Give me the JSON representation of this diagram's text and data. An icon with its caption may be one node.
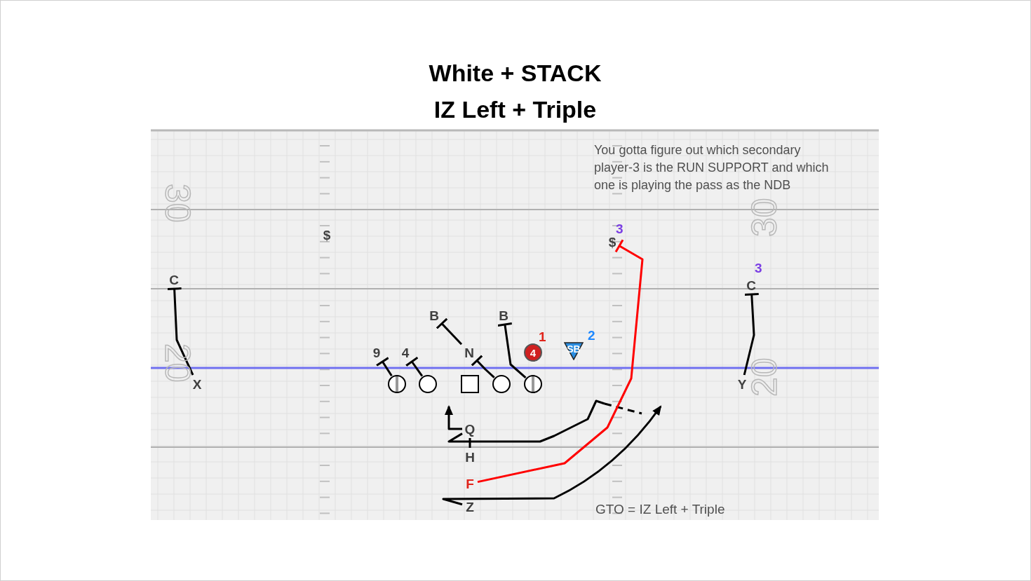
{
  "diagram": {
    "title": "White + STACK IZ Left + Triple",
    "nodes": [
      {
        "text": [
          "$"
        ]
      },
      {
        "text": [
          "$"
        ],
        "beside": [
          "3"
        ]
      },
      {
        "text": [
          "C"
        ]
      },
      {
        "text": [
          "C"
        ],
        "beside": [
          "3"
        ]
      },
      {
        "text": [
          "X"
        ]
      },
      {
        "text": [
          "Y"
        ]
      },
      {
        "text": [
          "B"
        ]
      },
      {
        "text": [
          "B"
        ]
      },
      {
        "text": [
          "9"
        ]
      },
      {
        "text": [
          "4"
        ]
      },
      {
        "text": [
          "N"
        ]
      },
      {
        "text": [
          "4"
        ],
        "beside": [
          "1"
        ]
      },
      {
        "text": [
          "SB"
        ],
        "beside": [
          "2"
        ]
      },
      {
        "text": [],
        "shape": "circle"
      },
      {
        "text": [],
        "shape": "circle"
      },
      {
        "text": [],
        "shape": "box"
      },
      {
        "text": [],
        "shape": "circle"
      },
      {
        "text": [],
        "shape": "circle"
      },
      {
        "text": [
          "Q"
        ]
      },
      {
        "text": [
          "H"
        ]
      },
      {
        "text": [
          "F"
        ]
      },
      {
        "text": [
          "Z"
        ]
      }
    ],
    "edges": [
      {
        "from": 4,
        "to": 2,
        "arrow": "other"
      },
      {
        "from": 5,
        "to": 3,
        "arrow": "other"
      },
      {
        "from": 13,
        "to": 8,
        "arrow": "other"
      },
      {
        "from": 14,
        "to": 9,
        "arrow": "other"
      },
      {
        "from": 10,
        "to": 6,
        "arrow": "other"
      },
      {
        "from": 16,
        "to": 10,
        "arrow": "other"
      },
      {
        "from": 17,
        "to": 7,
        "arrow": "other"
      },
      {
        "from": 19,
        "to": 18,
        "arrow": "none"
      },
      {
        "from": 18,
        "to": null,
        "arrow": "to"
      },
      {
        "from": 18,
        "to": null,
        "arrow": "none"
      },
      {
        "from": 20,
        "to": 1,
        "arrow": "other",
        "color": "#ff0000"
      },
      {
        "from": 21,
        "to": null,
        "arrow": "to"
      }
    ],
    "labels": [
      "You gotta figure out which secondary player-3 is the RUN SUPPORT and which one is playing the pass as the NDB",
      "30",
      "30",
      "20",
      "20",
      "GTO = IZ Left + Triple"
    ]
  }
}
